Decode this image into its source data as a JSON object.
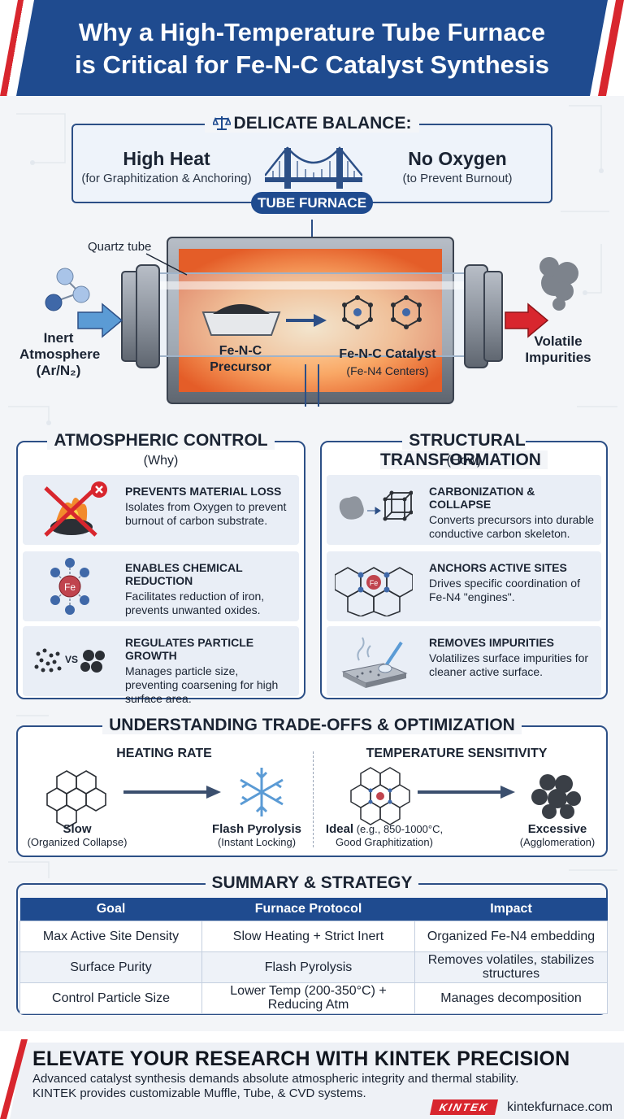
{
  "header": {
    "title_line1": "Why a High-Temperature Tube Furnace",
    "title_line2": "is Critical for Fe-N-C Catalyst Synthesis"
  },
  "balance": {
    "title": "DELICATE BALANCE:",
    "left_heading": "High Heat",
    "left_sub": "(for Graphitization & Anchoring)",
    "right_heading": "No Oxygen",
    "right_sub": "(to Prevent Burnout)",
    "badge": "TUBE FURNACE"
  },
  "furnace": {
    "quartz_label": "Quartz tube",
    "inert_line1": "Inert",
    "inert_line2": "Atmosphere",
    "inert_line3": "(Ar/N₂)",
    "precursor_line1": "Fe-N-C",
    "precursor_line2": "Precursor",
    "catalyst_line1": "Fe-N-C Catalyst",
    "catalyst_line2": "(Fe-N4 Centers)",
    "volatile_line1": "Volatile",
    "volatile_line2": "Impurities"
  },
  "atmospheric": {
    "title": "ATMOSPHERIC CONTROL",
    "subtitle": "(Why)",
    "items": [
      {
        "icon": "burning-material-crossed-icon",
        "heading": "PREVENTS MATERIAL LOSS",
        "text": "Isolates from Oxygen to prevent burnout of carbon substrate."
      },
      {
        "icon": "fe-n-molecule-icon",
        "heading": "ENABLES CHEMICAL REDUCTION",
        "text": "Facilitates reduction of iron, prevents unwanted oxides."
      },
      {
        "icon": "particle-size-icon",
        "heading": "REGULATES PARTICLE GROWTH",
        "text": "Manages particle size, preventing coarsening for high surface area.",
        "vs": "VS"
      }
    ]
  },
  "structural": {
    "title": "STRUCTURAL TRANSFORMATION",
    "subtitle": "(How)",
    "items": [
      {
        "icon": "carbon-skeleton-icon",
        "heading": "CARBONIZATION & COLLAPSE",
        "text": "Converts precursors into durable conductive carbon skeleton."
      },
      {
        "icon": "fe-n4-lattice-icon",
        "heading": "ANCHORS ACTIVE SITES",
        "text": "Drives specific coordination of Fe-N4 \"engines\"."
      },
      {
        "icon": "surface-cleaning-icon",
        "heading": "REMOVES IMPURITIES",
        "text": "Volatilizes surface impurities for cleaner active surface."
      }
    ]
  },
  "tradeoffs": {
    "title": "UNDERSTANDING TRADE-OFFS & OPTIMIZATION",
    "heating_rate": {
      "heading": "HEATING RATE",
      "left_bold": "Slow",
      "left_sub": "(Organized Collapse)",
      "right_bold": "Flash Pyrolysis",
      "right_sub": "(Instant Locking)"
    },
    "temperature": {
      "heading": "TEMPERATURE SENSITIVITY",
      "left_bold": "Ideal",
      "left_inline": "(e.g., 850-1000°C,",
      "left_sub": "Good Graphitization)",
      "right_bold": "Excessive",
      "right_sub": "(Agglomeration)"
    }
  },
  "summary": {
    "title": "SUMMARY & STRATEGY",
    "columns": [
      "Goal",
      "Furnace Protocol",
      "Impact"
    ],
    "rows": [
      [
        "Max Active Site Density",
        "Slow Heating + Strict Inert",
        "Organized Fe-N4 embedding"
      ],
      [
        "Surface Purity",
        "Flash Pyrolysis",
        "Removes volatiles, stabilizes structures"
      ],
      [
        "Control Particle Size",
        "Lower Temp (200-350°C) + Reducing Atm",
        "Manages decomposition"
      ]
    ]
  },
  "footer": {
    "heading": "ELEVATE YOUR RESEARCH WITH KINTEK PRECISION",
    "text_line1": "Advanced catalyst synthesis demands absolute atmospheric integrity and thermal stability.",
    "text_line2": "KINTEK provides customizable Muffle, Tube, & CVD systems.",
    "brand": "KINTEK",
    "url": "kintekfurnace.com"
  },
  "colors": {
    "navy": "#1f4b8f",
    "accent_red": "#d8262e",
    "furnace_orange": "#f7a25a",
    "arrow_blue": "#5b9bd5"
  }
}
